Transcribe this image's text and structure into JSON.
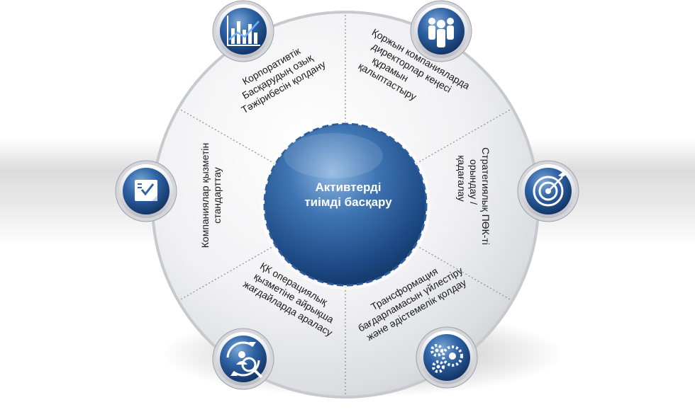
{
  "center": {
    "line1": "Активтерді",
    "line2": "тиімді басқару"
  },
  "segments": [
    {
      "id": "corporate",
      "lines": [
        "Корпоративтік",
        "Басқарудың озық",
        "Тәжірибесін қолдану"
      ],
      "icon": "chart-icon"
    },
    {
      "id": "portfolio",
      "lines": [
        "Қоржын компанияларда",
        "директорлар кеңесі",
        "құрамын",
        "қалыптастыру"
      ],
      "icon": "people-icon"
    },
    {
      "id": "strategy",
      "lines": [
        "Стратегиялық ПӨК-ті",
        "орындау /",
        "қадағалау"
      ],
      "icon": "target-icon"
    },
    {
      "id": "transformation",
      "lines": [
        "Трансформация",
        "бағдарламасын үйлестіру",
        "және әдістемелік қолдау"
      ],
      "icon": "gears-icon"
    },
    {
      "id": "operations",
      "lines": [
        "ҚК операциялық",
        "қызметіне айрықша",
        "жағдайларда араласу"
      ],
      "icon": "search-person-icon"
    },
    {
      "id": "standards",
      "lines": [
        "Компаниялар қызметін",
        "стандарттау"
      ],
      "icon": "checklist-icon"
    }
  ]
}
